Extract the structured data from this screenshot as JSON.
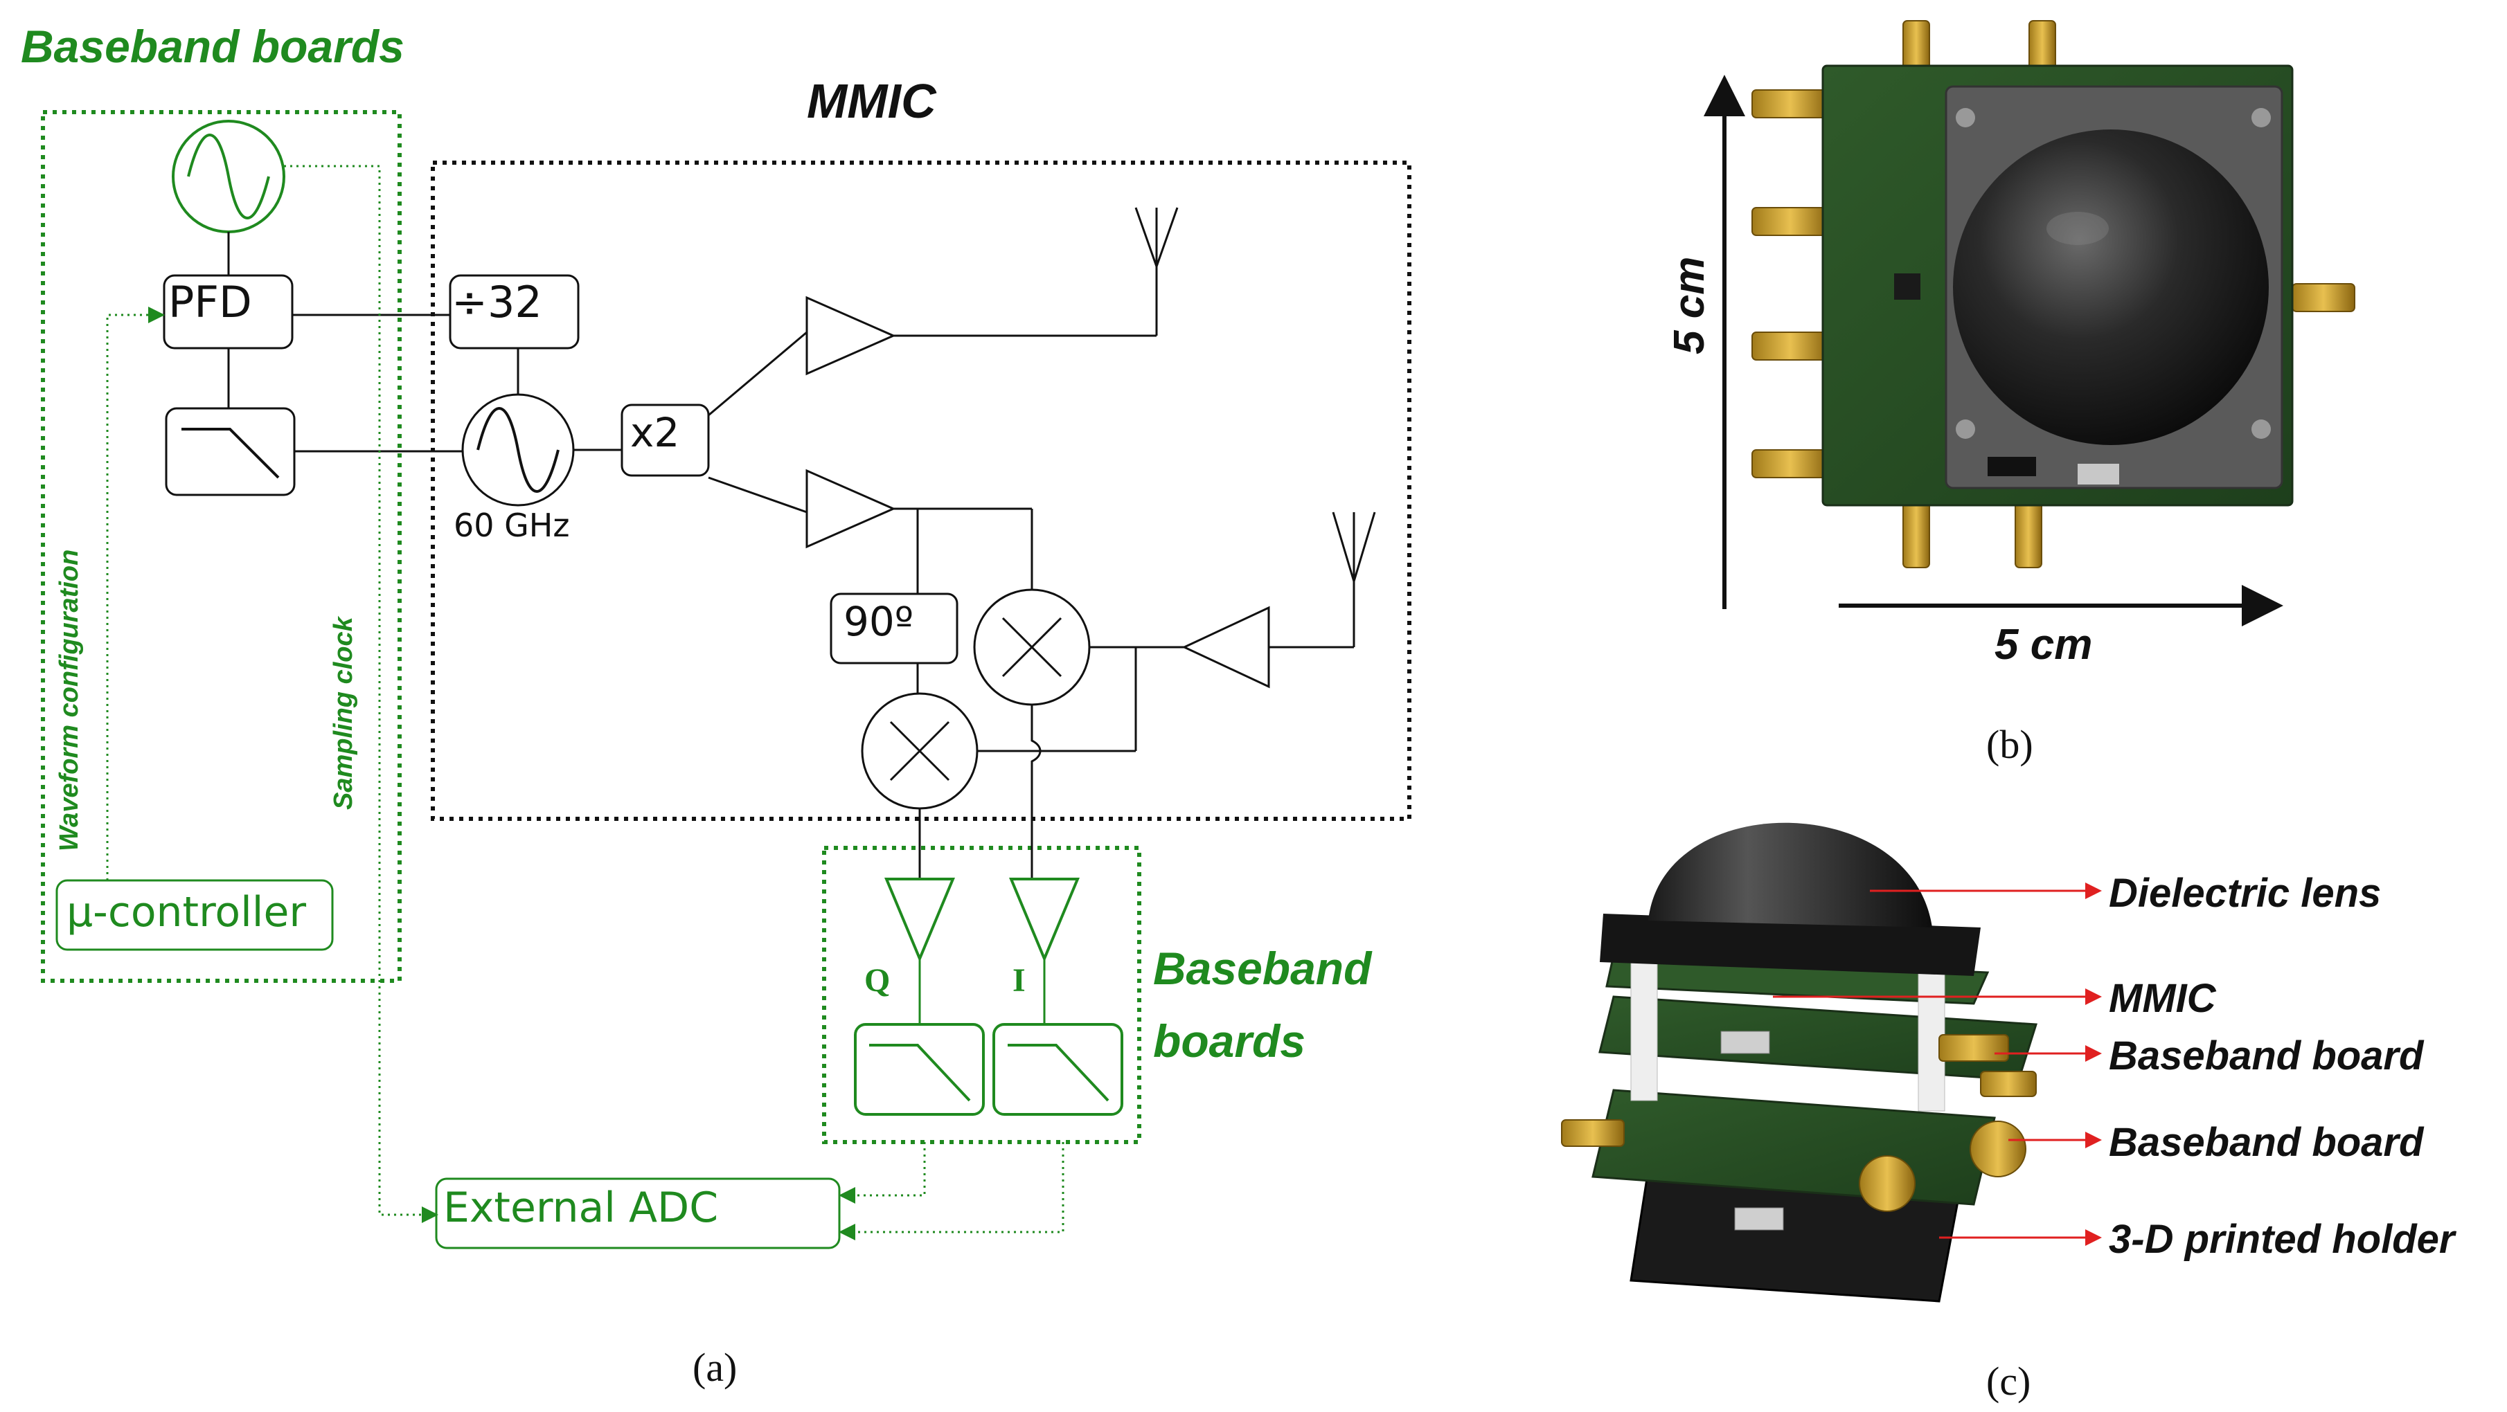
{
  "diagram": {
    "title_baseband_top": "Baseband boards",
    "title_mmic": "MMIC",
    "blocks": {
      "pfd": "PFD",
      "divider": "÷32",
      "vco_freq": "60 GHz",
      "doubler": "x2",
      "phase_shift": "90º",
      "microcontroller": "µ-controller",
      "adc": "External ADC"
    },
    "labels": {
      "waveform": "Waveform configuration",
      "sampling": "Sampling clock",
      "q": "Q",
      "i": "I",
      "baseband_line1": "Baseband",
      "baseband_line2": "boards"
    },
    "caption": "(a)"
  },
  "photo_b": {
    "height_label": "5 cm",
    "width_label": "5 cm",
    "caption": "(b)"
  },
  "photo_c": {
    "callouts": [
      "Dielectric lens",
      "MMIC",
      "Baseband board",
      "Baseband board",
      "3-D printed holder"
    ],
    "caption": "(c)"
  },
  "colors": {
    "green": "#1f8a1f",
    "black": "#111111",
    "callout_red": "#e02020"
  }
}
